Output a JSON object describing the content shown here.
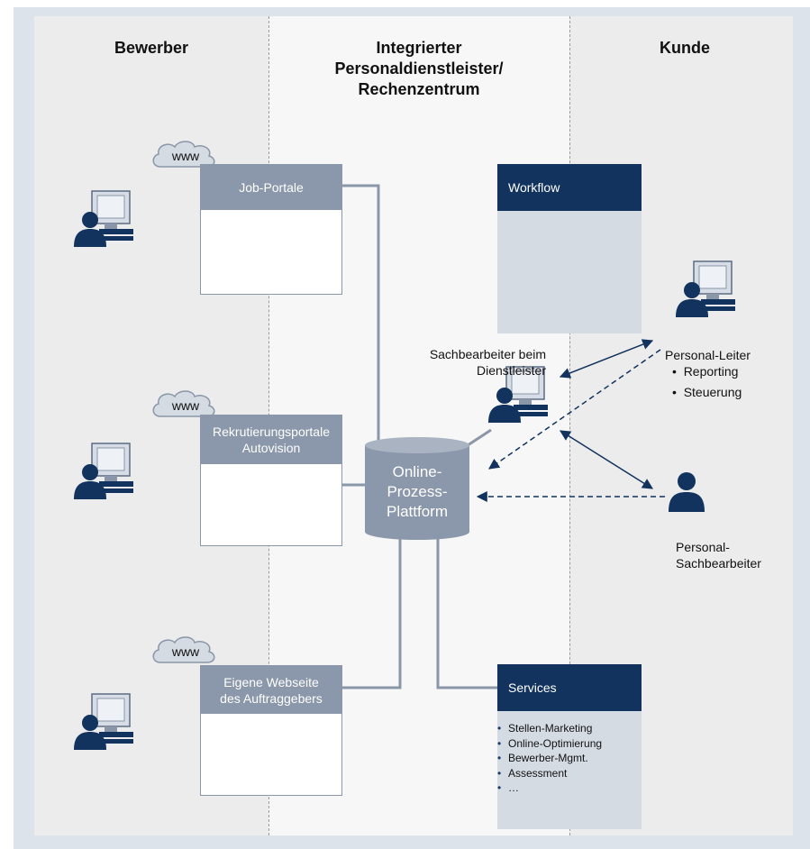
{
  "columns": {
    "left": "Bewerber",
    "middle": "Integrierter Personaldienstleister/ Rechenzentrum",
    "right": "Kunde"
  },
  "www_label": "www",
  "portals": [
    {
      "title": "Job-Portale"
    },
    {
      "title": "Rekrutierungsportale Autovision"
    },
    {
      "title": "Eigene Webseite des Auftraggebers"
    }
  ],
  "workflow": {
    "title": "Workflow"
  },
  "database": {
    "label": "Online-Prozess-Plattform"
  },
  "sachbearbeiter_dienstleister": "Sachbearbeiter beim Dienstleister",
  "personal_leiter": {
    "title": "Personal-Leiter",
    "items": [
      "Reporting",
      "Steuerung"
    ]
  },
  "personal_sachbearbeiter": "Personal-Sachbearbeiter",
  "services": {
    "title": "Services",
    "items": [
      "Stellen-Marketing",
      "Online-Optimierung",
      "Bewerber-Mgmt.",
      "Assessment",
      "…"
    ]
  },
  "colors": {
    "navy": "#11335e",
    "portal_header": "#8b97aa",
    "line": "#8a97a8"
  }
}
